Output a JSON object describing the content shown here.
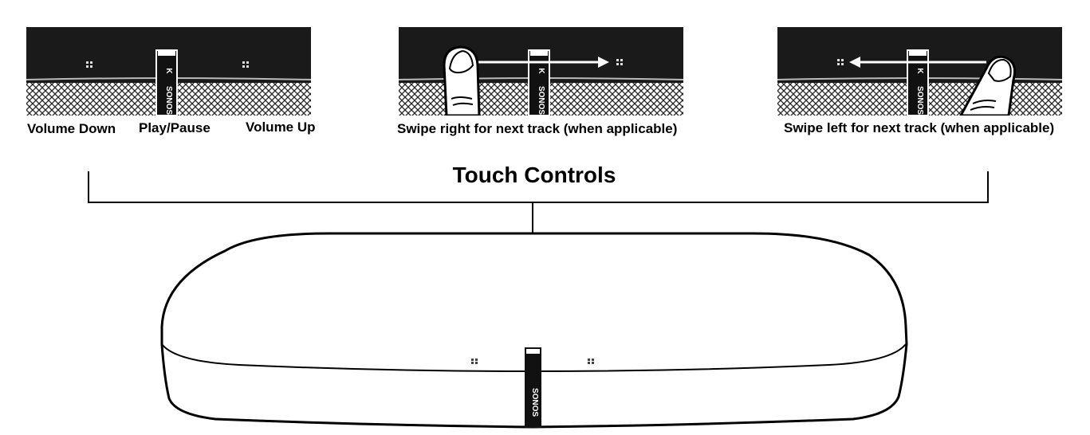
{
  "panels": [
    {
      "labels": [
        "Volume Down",
        "Play/Pause",
        "Volume Up"
      ]
    },
    {
      "labels": [
        "Swipe right for next track (when applicable)"
      ]
    },
    {
      "labels": [
        "Swipe left for next track (when applicable)"
      ]
    }
  ],
  "title": "Touch Controls",
  "brand": "SONOS",
  "colors": {
    "panel_top": "#1a1a1a",
    "line": "#000000"
  }
}
